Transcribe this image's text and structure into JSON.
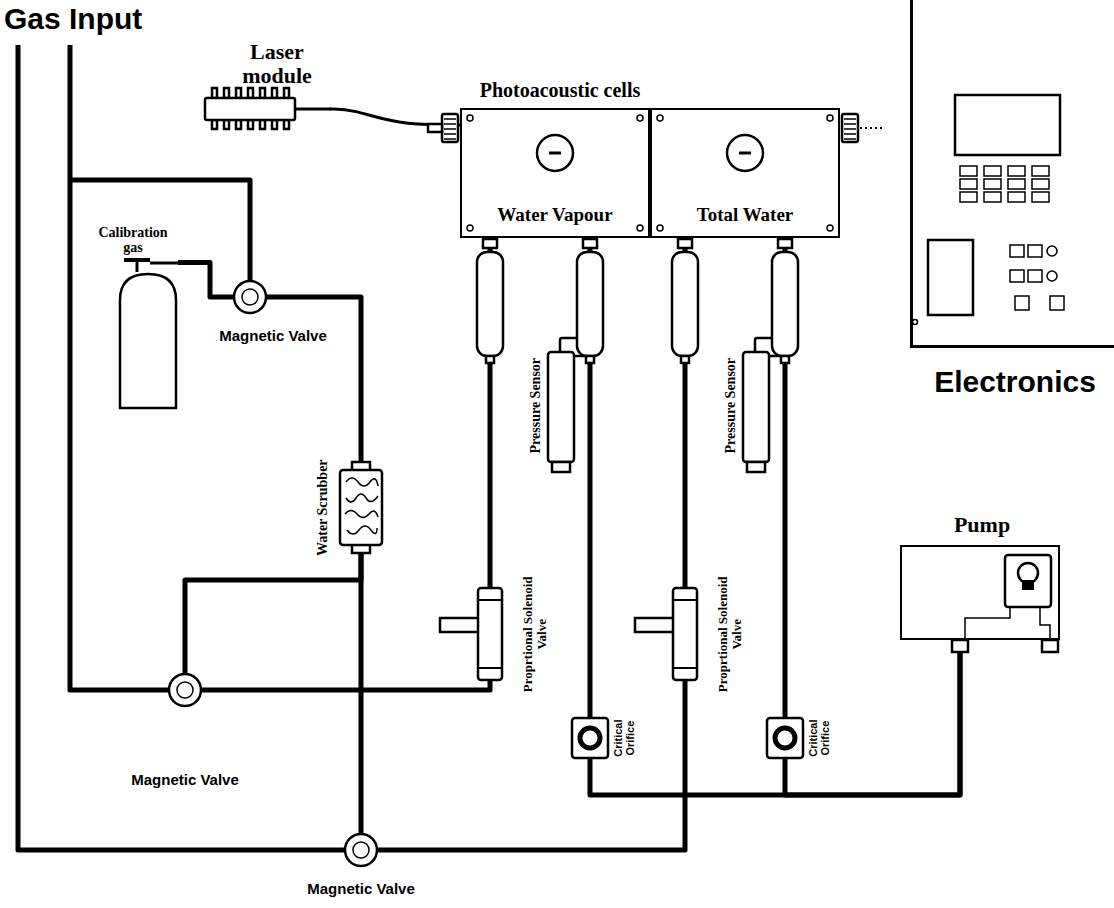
{
  "diagram": {
    "nodes": [
      {
        "text": [
          "Laser module"
        ]
      },
      {
        "text": [
          "Photoacoustic cells"
        ]
      },
      {
        "text": [
          "Water Vapour"
        ],
        "in": 1
      },
      {
        "text": [
          "Total Water"
        ],
        "in": 1
      },
      {
        "text": [
          "Calibration gas"
        ]
      },
      {
        "text": [
          "Magnetic Valve"
        ]
      },
      {
        "text": [
          "Electronics"
        ]
      },
      {
        "text": [
          "Water Scrubber"
        ]
      },
      {
        "text": [
          "Pressure Sensor"
        ]
      },
      {
        "text": [
          "Pressure Sensor"
        ]
      },
      {
        "text": [
          "Pump"
        ]
      },
      {
        "text": [
          "Proprtional Solenoid Valve"
        ]
      },
      {
        "text": [
          "Proprtional Solenoid Valve"
        ]
      },
      {
        "text": [
          "Critical Orifice"
        ]
      },
      {
        "text": [
          "Critical Orifice"
        ]
      },
      {
        "text": [
          "Magnetic Valve"
        ]
      },
      {
        "text": [
          "Magnetic Valve"
        ]
      }
    ],
    "edges": [
      {
        "from": 0,
        "to": 2,
        "arrow": "none"
      },
      {
        "from": 4,
        "to": 5,
        "arrow": "none"
      },
      {
        "from": 5,
        "to": 7,
        "arrow": "none"
      },
      {
        "from": 7,
        "to": 15,
        "arrow": "none"
      },
      {
        "from": 7,
        "to": 16,
        "arrow": "none"
      },
      {
        "from": 15,
        "to": 11,
        "arrow": "none"
      },
      {
        "from": 11,
        "to": 2,
        "arrow": "none"
      },
      {
        "from": 2,
        "to": 13,
        "arrow": "none"
      },
      {
        "from": 13,
        "to": 10,
        "arrow": "none"
      },
      {
        "from": 16,
        "to": 12,
        "arrow": "none"
      },
      {
        "from": 12,
        "to": 3,
        "arrow": "none"
      },
      {
        "from": 3,
        "to": 14,
        "arrow": "none"
      },
      {
        "from": 14,
        "to": 10,
        "arrow": "none"
      }
    ],
    "labels": [
      "Gas Input"
    ]
  }
}
